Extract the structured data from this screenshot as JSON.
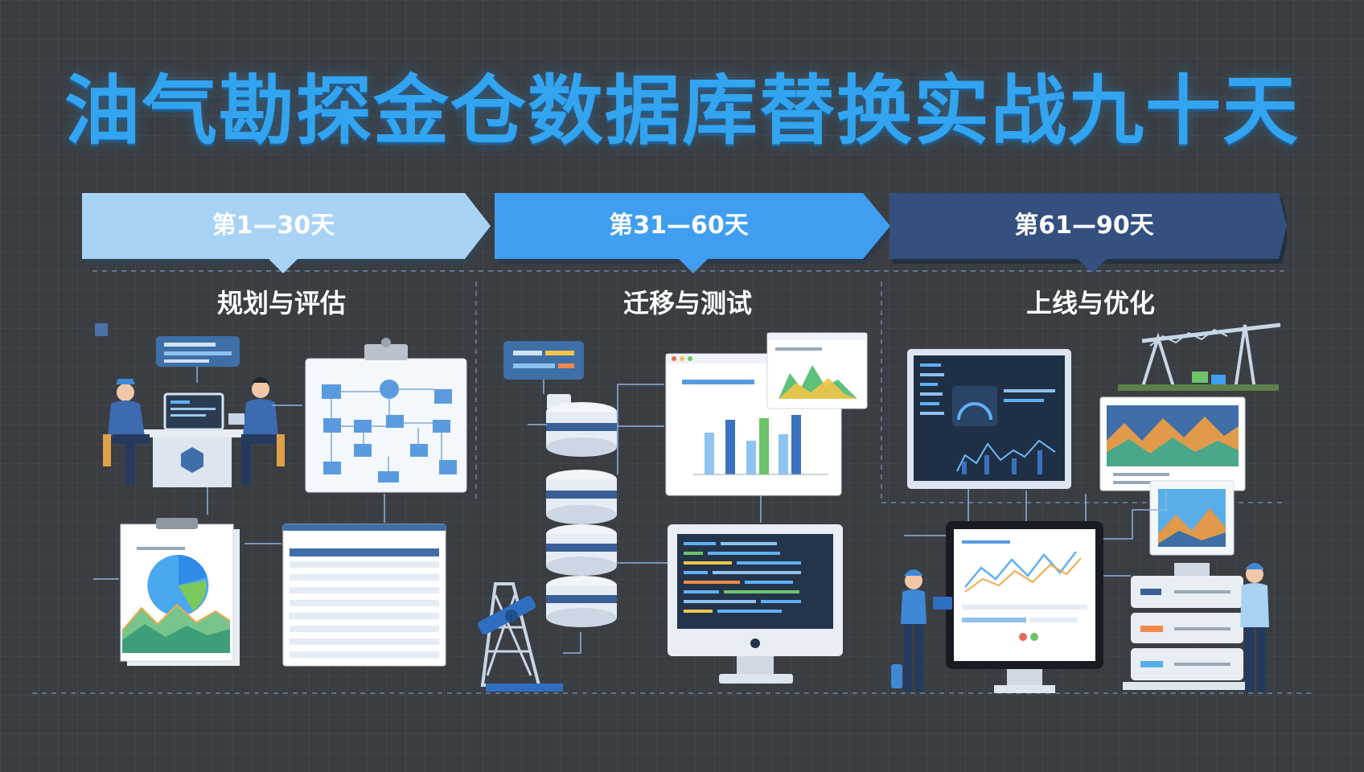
{
  "title": "油气勘探金仓数据库替换实战九十天",
  "phases": [
    {
      "period": "第1—30天",
      "name": "规划与评估",
      "color": "#a9d3f5"
    },
    {
      "period": "第31—60天",
      "name": "迁移与测试",
      "color": "#3f9ef0"
    },
    {
      "period": "第61—90天",
      "name": "上线与优化",
      "color": "#34507f"
    }
  ]
}
